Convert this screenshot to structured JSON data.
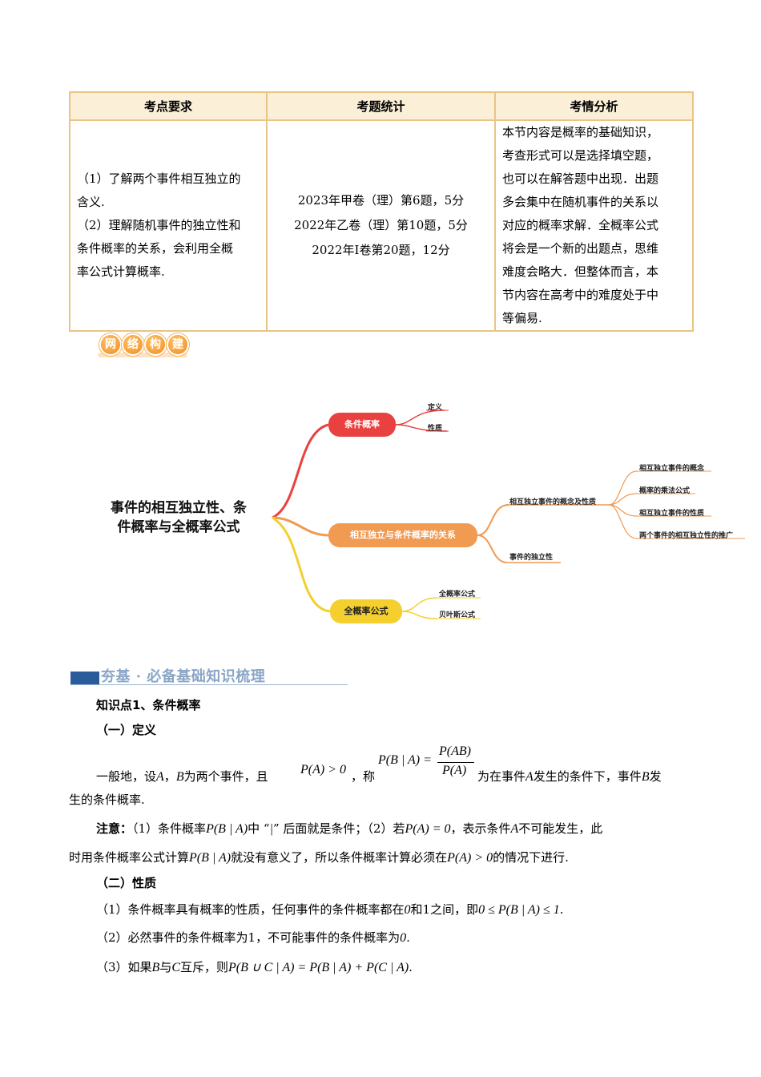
{
  "table": {
    "headers": [
      "考点要求",
      "考题统计",
      "考情分析"
    ],
    "col1": [
      "（1）了解两个事件相互独立的",
      "含义.",
      "（2）理解随机事件的独立性和",
      "条件概率的关系，会利用全概",
      "率公式计算概率."
    ],
    "col2": [
      "2023年甲卷（理）第6题，5分",
      "2022年乙卷（理）第10题，5分",
      "2022年I卷第20题，12分"
    ],
    "col3": [
      "本节内容是概率的基础知识，",
      "考查形式可以是选择填空题，",
      "也可以在解答题中出现．出题",
      "多会集中在随机事件的关系以",
      "对应的概率求解．全概率公式",
      "将会是一个新的出题点，思维",
      "难度会略大．但整体而言，本",
      "节内容在高考中的难度处于中",
      "等偏易."
    ]
  },
  "badge": [
    "网",
    "络",
    "构",
    "建"
  ],
  "mindmap": {
    "root": [
      "事件的相互独立性、条",
      "件概率与全概率公式"
    ],
    "branch1": {
      "label": "条件概率",
      "leaves": [
        "定义",
        "性质"
      ]
    },
    "branch2": {
      "label": "相互独立与条件概率的关系",
      "sub1": {
        "label": "相互独立事件的概念及性质",
        "leaves": [
          "相互独立事件的概念",
          "概率的乘法公式",
          "相互独立事件的性质",
          "两个事件的相互独立性的推广"
        ]
      },
      "sub2": {
        "label": "事件的独立性"
      }
    },
    "branch3": {
      "label": "全概率公式",
      "leaves": [
        "全概率公式",
        "贝叶斯公式"
      ]
    },
    "colors": {
      "branch1": "#e8413f",
      "branch2": "#f09a52",
      "branch3": "#f4cf2e"
    }
  },
  "section": {
    "title": "夯基 · 必备基础知识梳理"
  },
  "kp1": {
    "title": "知识点1、条件概率",
    "sub1": "（一）定义",
    "sub2": "（二）性质"
  },
  "def": {
    "l1a": "一般地，设",
    "A": "A",
    "c1": "，",
    "B": "B",
    "l1b": "为两个事件，且",
    "cond": "P(A) > 0",
    "l1c": "，称",
    "formula_lhs": "P(B | A) =",
    "formula_num": "P(AB)",
    "formula_den": "P(A)",
    "l1d": "为在事件",
    "l1e": "发生的条件下，事件",
    "l1f": "发",
    "l2": "生的条件概率."
  },
  "note": {
    "label": "注意：",
    "a": "（1）条件概率",
    "pba": "P(B | A)",
    "b": "中 “",
    "bar": "|",
    "c": "” 后面就是条件；（2）若",
    "pa0": "P(A) = 0",
    "d": "，表示条件",
    "A": "A",
    "e": "不可能发生，此",
    "f": "时用条件概率公式计算",
    "g": "就没有意义了，所以条件概率计算必须在",
    "pagt": "P(A) > 0",
    "h": "的情况下进行."
  },
  "props": {
    "p1a": "（1）条件概率具有概率的性质，任何事件的条件概率都在",
    "zero": "0",
    "p1b": "和1之间，即",
    "p1m": "0 ≤ P(B | A) ≤ 1",
    "dot": ".",
    "p2a": "（2）必然事件的条件概率为1，不可能事件的条件概率为",
    "p2m": "0",
    "p2b": ".",
    "p3a": "（3）如果",
    "B": "B",
    "p3b": "与",
    "C": "C",
    "p3c": "互斥，则",
    "p3m": "P(B ∪ C | A) = P(B | A) + P(C | A)",
    "p3d": "."
  }
}
